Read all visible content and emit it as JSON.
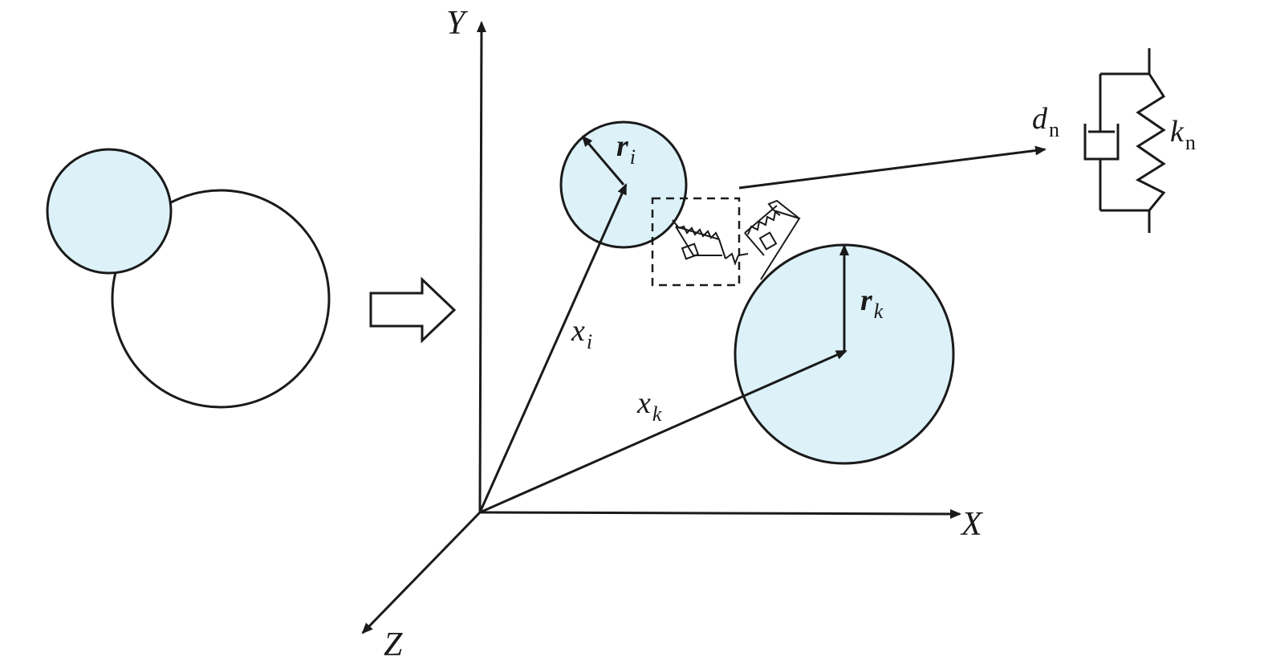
{
  "colors": {
    "particle_fill": "#dcf2f8",
    "stroke": "#1a1a1a",
    "background": "#ffffff"
  },
  "axes": {
    "x_label": "X",
    "y_label": "Y",
    "z_label": "Z"
  },
  "labels": {
    "radius_i": {
      "main": "r",
      "sub": "i"
    },
    "radius_k": {
      "main": "r",
      "sub": "k"
    },
    "position_i": {
      "main": "x",
      "sub": "i"
    },
    "position_k": {
      "main": "x",
      "sub": "k"
    },
    "damper": {
      "main": "d",
      "sub": "n"
    },
    "spring": {
      "main": "k",
      "sub": "n"
    }
  },
  "icons": {
    "transform_arrow": "right-hollow-arrow-icon"
  }
}
